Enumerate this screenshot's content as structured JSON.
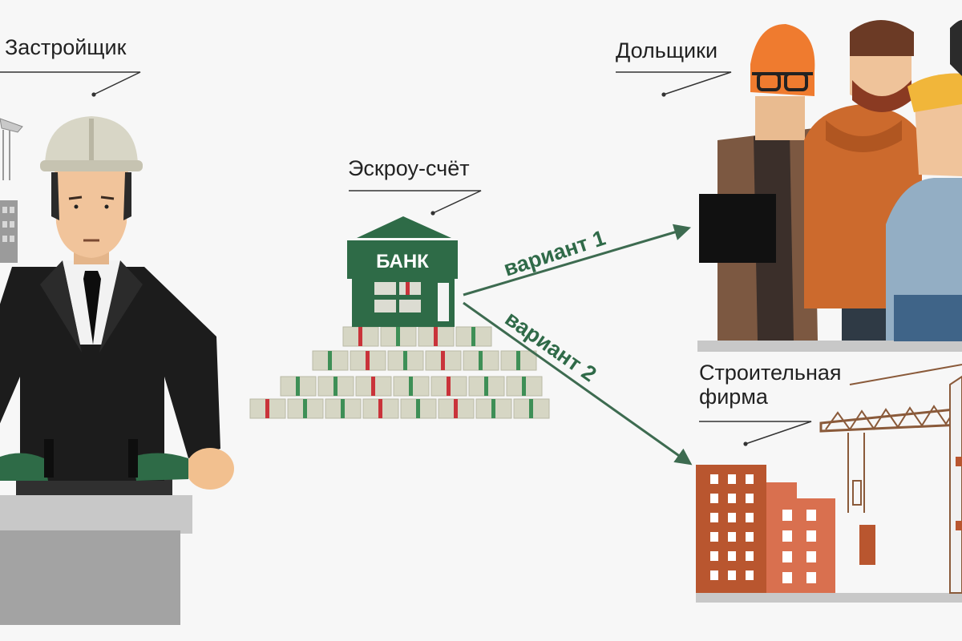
{
  "labels": {
    "developer": "Застройщик",
    "escrow": "Эскроу-счёт",
    "shareholders": "Дольщики",
    "construction_line1": "Строительная",
    "construction_line2": "фирма",
    "bank": "БАНК"
  },
  "arrows": {
    "option1": "вариант 1",
    "option2": "вариант 2"
  },
  "colors": {
    "background": "#f7f7f7",
    "bank_green": "#2e6b47",
    "arrow_green": "#3d6b50",
    "building_brown": "#b9562f",
    "building_salmon": "#d9704f",
    "suit": "#1c1c1c",
    "podium": "#c8c8c8"
  },
  "icons": {
    "developer": "developer-in-hardhat-icon",
    "bank": "bank-building-icon",
    "money": "banknote-stack-icon",
    "people": "shareholders-group-icon",
    "buildings": "buildings-icon",
    "crane": "tower-crane-icon"
  }
}
